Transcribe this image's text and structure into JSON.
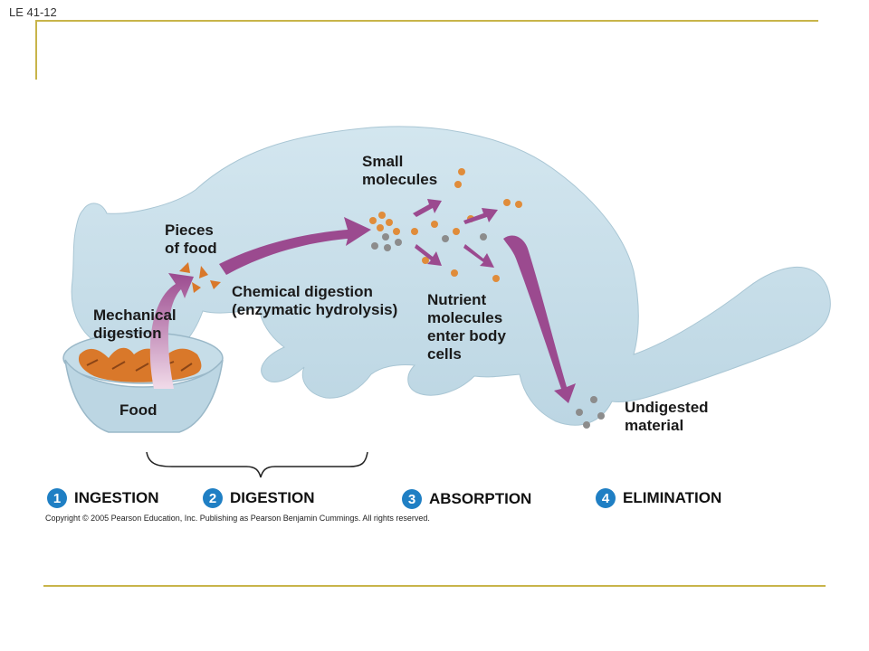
{
  "slide_id": "LE 41-12",
  "labels": {
    "small_molecules": "Small\nmolecules",
    "pieces_of_food": "Pieces\nof food",
    "chemical_digestion": "Chemical digestion\n(enzymatic hydrolysis)",
    "nutrient_molecules": "Nutrient\nmolecules\nenter body\ncells",
    "mechanical_digestion": "Mechanical\ndigestion",
    "food": "Food",
    "undigested_material": "Undigested\nmaterial"
  },
  "stages": [
    {
      "number": "1",
      "name": "INGESTION"
    },
    {
      "number": "2",
      "name": "DIGESTION"
    },
    {
      "number": "3",
      "name": "ABSORPTION"
    },
    {
      "number": "4",
      "name": "ELIMINATION"
    }
  ],
  "copyright": "Copyright © 2005 Pearson Education, Inc. Publishing as Pearson Benjamin Cummings. All rights reserved.",
  "colors": {
    "body": "#c6dde8",
    "arrow": "#9b4a8f",
    "food": "#d9782a",
    "nutrient": "#e08c3a",
    "undigested": "#8c8c8c",
    "badge": "#1f7fc4",
    "rule": "#c8b44a"
  }
}
